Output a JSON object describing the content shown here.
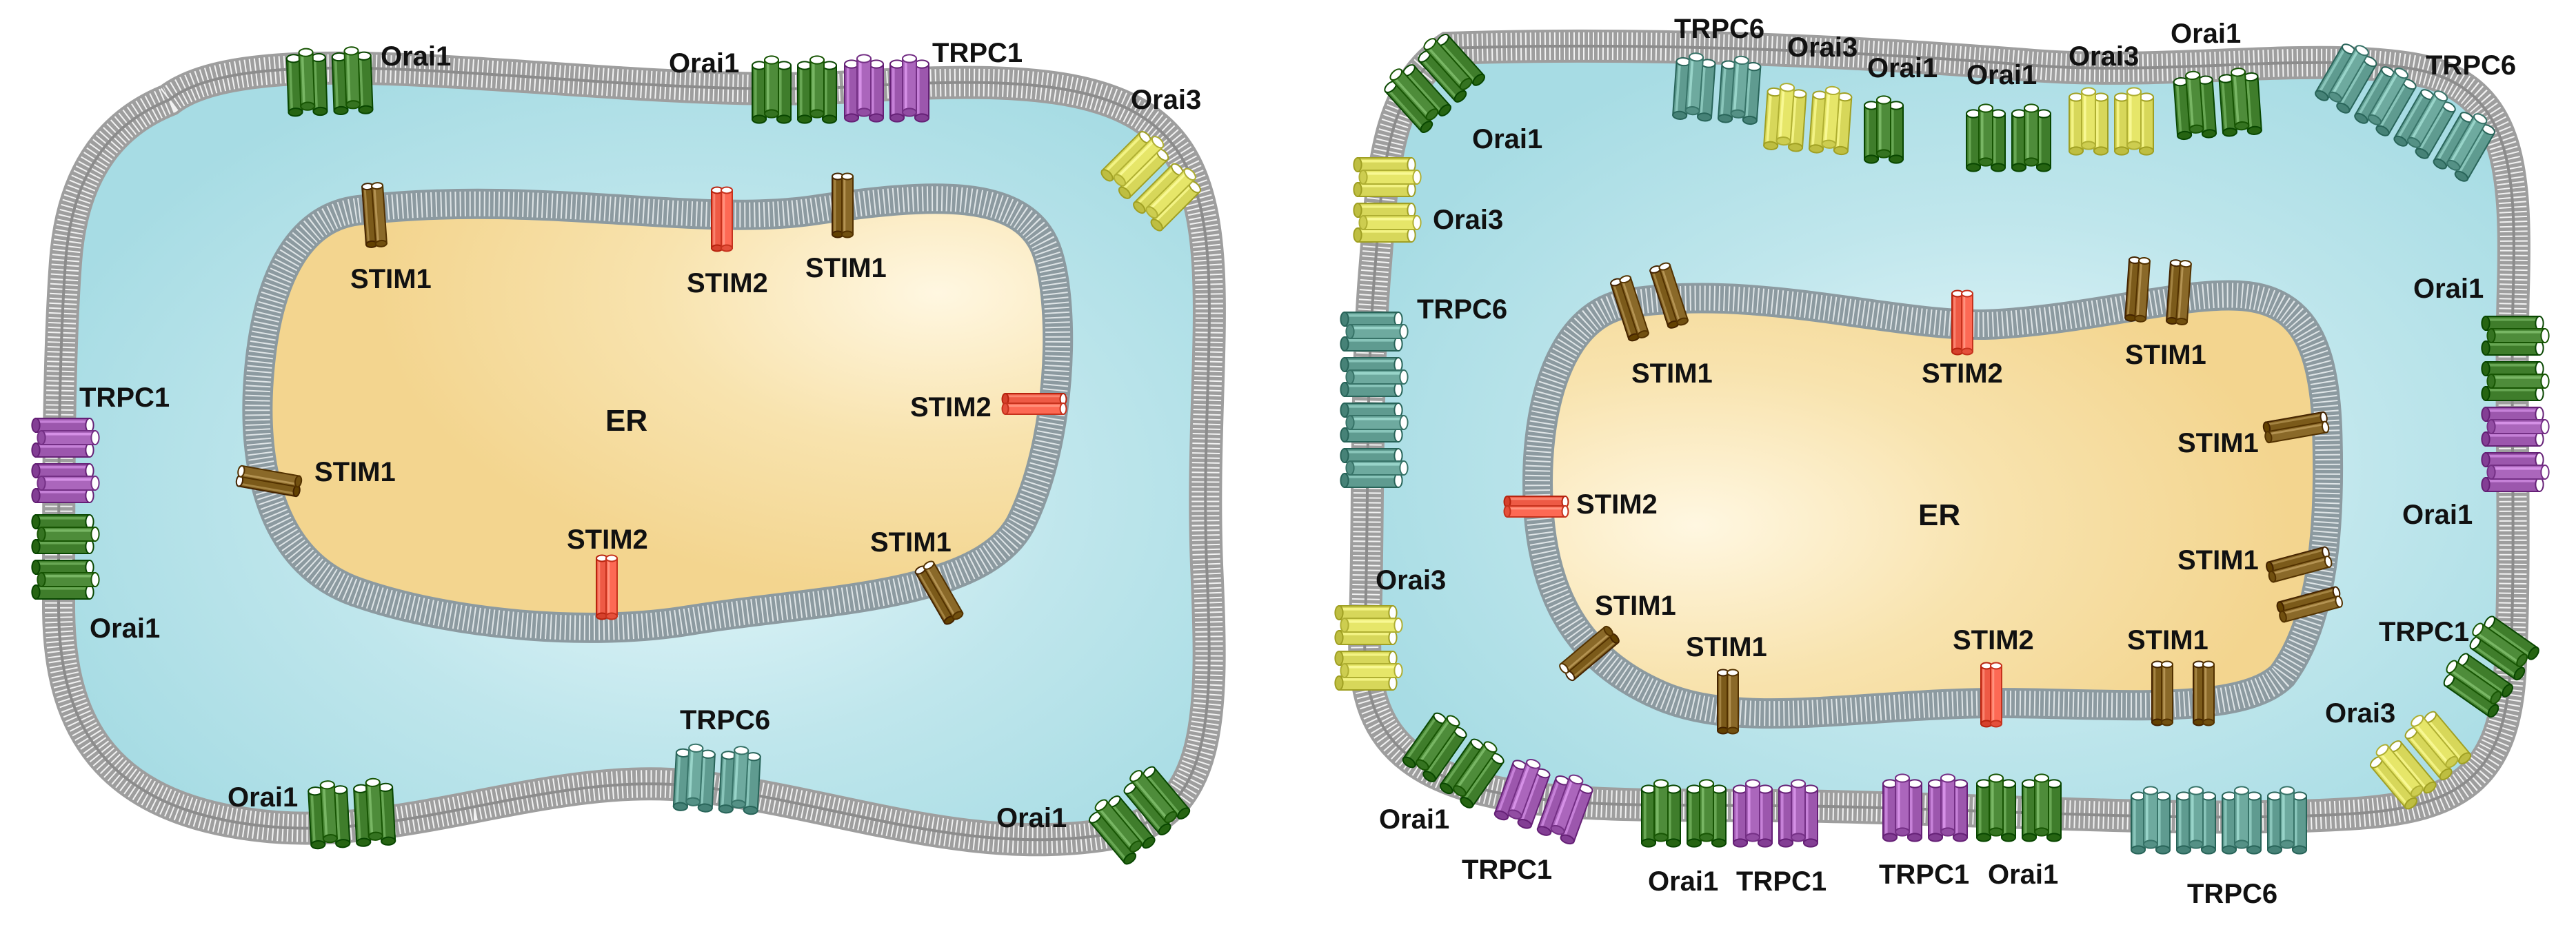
{
  "colors": {
    "cytoplasm": "#a7dce4",
    "cytoplasm_center": "#e8f8fb",
    "er_lumen": "#f3d58f",
    "er_lumen_light": "#fff7e1",
    "membrane": "#b3b3b3",
    "Orai1": "#3f7d2b",
    "Orai3": "#d7d75a",
    "TRPC1": "#9c57ad",
    "TRPC6": "#5f9b90",
    "STIM1": "#7b5a1a",
    "STIM2": "#ee5a45"
  },
  "panels": [
    {
      "er_label": "ER",
      "channels": [
        {
          "type": "Orai1",
          "count": 2,
          "label": "Orai1"
        },
        {
          "type": "Orai1",
          "count": 2,
          "label": "Orai1"
        },
        {
          "type": "TRPC1",
          "count": 2,
          "label": "TRPC1"
        },
        {
          "type": "Orai3",
          "count": 2,
          "label": "Orai3"
        },
        {
          "type": "TRPC1",
          "count": 2,
          "label": "TRPC1"
        },
        {
          "type": "Orai1",
          "count": 2,
          "label": "Orai1"
        },
        {
          "type": "Orai1",
          "count": 2,
          "label": "Orai1"
        },
        {
          "type": "TRPC6",
          "count": 2,
          "label": "TRPC6"
        },
        {
          "type": "Orai1",
          "count": 2,
          "label": "Orai1"
        }
      ],
      "stims": [
        {
          "type": "STIM1",
          "label": "STIM1"
        },
        {
          "type": "STIM2",
          "label": "STIM2"
        },
        {
          "type": "STIM1",
          "label": "STIM1"
        },
        {
          "type": "STIM2",
          "label": "STIM2"
        },
        {
          "type": "STIM1",
          "label": "STIM1"
        },
        {
          "type": "STIM1",
          "label": "STIM1"
        },
        {
          "type": "STIM2",
          "label": "STIM2"
        }
      ]
    },
    {
      "er_label": "ER",
      "channels": [
        {
          "type": "TRPC6",
          "count": 2,
          "label": "TRPC6"
        },
        {
          "type": "Orai3",
          "count": 2,
          "label": "Orai3"
        },
        {
          "type": "Orai1",
          "count": 1,
          "label": "Orai1"
        },
        {
          "type": "Orai1",
          "count": 2,
          "label": "Orai1"
        },
        {
          "type": "Orai3",
          "count": 2,
          "label": "Orai3"
        },
        {
          "type": "Orai1",
          "count": 2,
          "label": "Orai1"
        },
        {
          "type": "TRPC6",
          "count": 4,
          "label": "TRPC6"
        },
        {
          "type": "Orai1",
          "count": 2,
          "label": "Orai1"
        },
        {
          "type": "Orai3",
          "count": 2,
          "label": "Orai3"
        },
        {
          "type": "TRPC6",
          "count": 4,
          "label": "TRPC6"
        },
        {
          "type": "Orai3",
          "count": 2,
          "label": "Orai3"
        },
        {
          "type": "Orai1",
          "count": 2,
          "label": "Orai1"
        },
        {
          "type": "TRPC1",
          "count": 2,
          "label": "TRPC1"
        },
        {
          "type": "Orai1",
          "count": 2,
          "label": "Orai1"
        },
        {
          "type": "Orai3",
          "count": 2,
          "label": "Orai3"
        },
        {
          "type": "Orai1",
          "count": 2,
          "label": "Orai1"
        },
        {
          "type": "TRPC1",
          "count": 2,
          "label": "TRPC1"
        },
        {
          "type": "Orai1",
          "count": 2,
          "label": "Orai1"
        },
        {
          "type": "TRPC1",
          "count": 2,
          "label": "TRPC1"
        },
        {
          "type": "TRPC1",
          "count": 2,
          "label": "TRPC1"
        },
        {
          "type": "Orai1",
          "count": 2,
          "label": "Orai1"
        },
        {
          "type": "TRPC6",
          "count": 4,
          "label": "TRPC6"
        }
      ],
      "stims": [
        {
          "type": "STIM1",
          "count": 2,
          "label": "STIM1"
        },
        {
          "type": "STIM2",
          "count": 1,
          "label": "STIM2"
        },
        {
          "type": "STIM1",
          "count": 2,
          "label": "STIM1"
        },
        {
          "type": "STIM1",
          "count": 1,
          "label": "STIM1"
        },
        {
          "type": "STIM2",
          "count": 1,
          "label": "STIM2"
        },
        {
          "type": "STIM1",
          "count": 2,
          "label": "STIM1"
        },
        {
          "type": "STIM1",
          "count": 1,
          "label": "STIM1"
        },
        {
          "type": "STIM1",
          "count": 1,
          "label": "STIM1"
        },
        {
          "type": "STIM2",
          "count": 1,
          "label": "STIM2"
        },
        {
          "type": "STIM1",
          "count": 2,
          "label": "STIM1"
        }
      ]
    }
  ]
}
